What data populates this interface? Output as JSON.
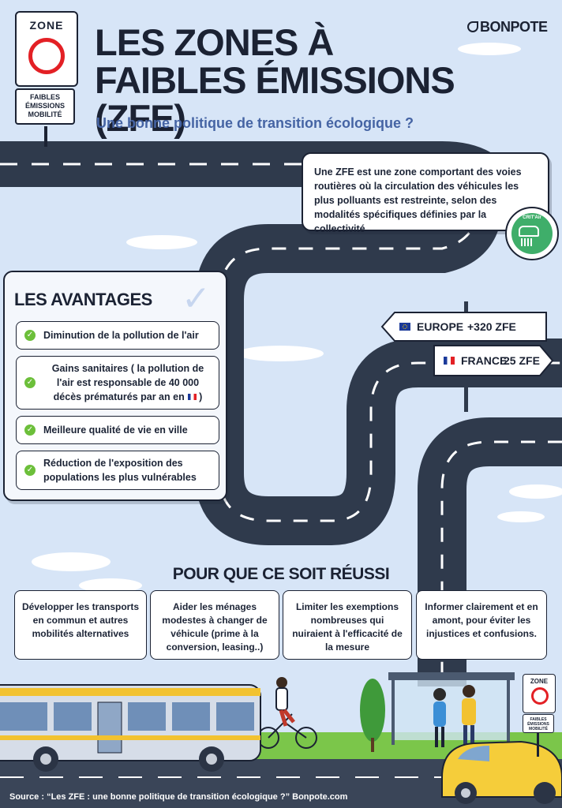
{
  "header": {
    "title_line1": "LES ZONES À",
    "title_line2": "FAIBLES ÉMISSIONS (ZFE)",
    "subtitle": "Une bonne politique de transition écologique ?",
    "brand": "BONPOTE"
  },
  "zone_sign": {
    "label": "ZONE",
    "sub_line1": "FAIBLES",
    "sub_line2": "ÉMISSIONS",
    "sub_line3": "MOBILITÉ"
  },
  "definition": {
    "text": "Une ZFE est une zone comportant des voies routières où la circulation des véhicules les plus polluants est restreinte, selon des modalités spécifiques définies par la collectivité",
    "badge_label": "CRIT'Air"
  },
  "advantages": {
    "title": "LES AVANTAGES",
    "items": [
      {
        "text": "Diminution de la pollution de l'air"
      },
      {
        "text": "Gains sanitaires ( la pollution de l'air est responsable de 40 000 décès prématurés par an en"
      },
      {
        "text": "Meilleure qualité de vie en ville"
      },
      {
        "text": "Réduction de l'exposition des populations les plus vulnérables"
      }
    ]
  },
  "signposts": {
    "europe_label": "EUROPE",
    "europe_value": "+320 ZFE",
    "france_label": "FRANCE",
    "france_value": "25 ZFE"
  },
  "success": {
    "title": "POUR QUE CE SOIT RÉUSSI",
    "cards": [
      {
        "text": "Développer les transports en commun et autres mobilités alternatives"
      },
      {
        "text": "Aider les ménages modestes à changer de véhicule (prime à la conversion, leasing..)"
      },
      {
        "text": "Limiter les exemptions nombreuses qui nuiraient à l'efficacité de la mesure"
      },
      {
        "text": "Informer clairement et en amont, pour éviter les injustices et confusions."
      }
    ]
  },
  "footer": {
    "source": "Source : “Les ZFE : une bonne politique de transition écologique ?”  Bonpote.com"
  },
  "colors": {
    "background": "#d7e5f7",
    "road": "#2f3a4c",
    "accent_red": "#e32025",
    "accent_blue": "#4564a4",
    "grass": "#6cbf3a"
  }
}
